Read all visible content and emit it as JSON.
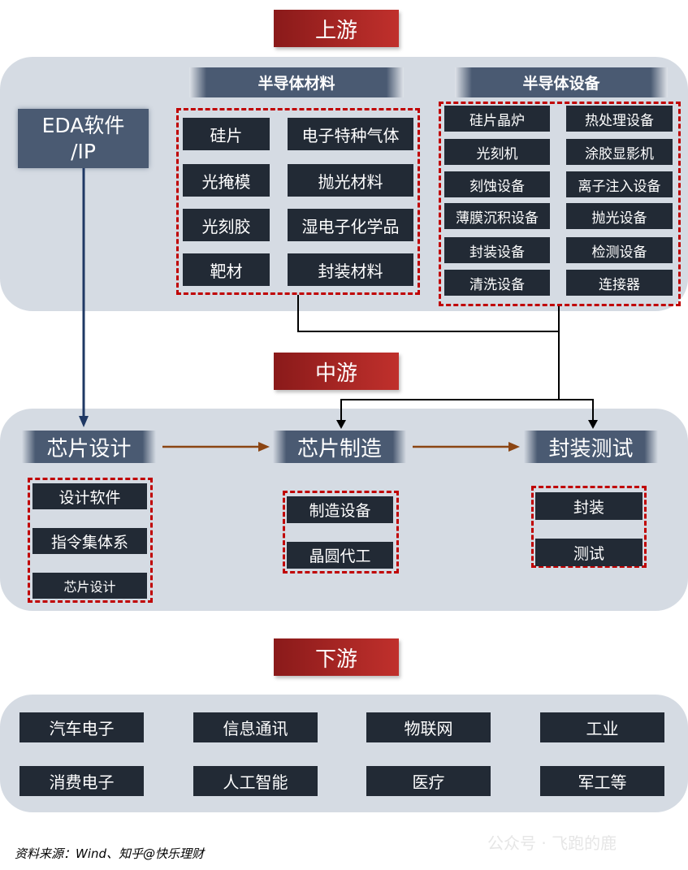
{
  "stages": {
    "upstream": "上游",
    "midstream": "中游",
    "downstream": "下游"
  },
  "upstream": {
    "eda": {
      "line1": "EDA软件",
      "line2": "/IP"
    },
    "materials": {
      "title": "半导体材料",
      "items": [
        "硅片",
        "电子特种气体",
        "光掩模",
        "抛光材料",
        "光刻胶",
        "湿电子化学品",
        "靶材",
        "封装材料"
      ]
    },
    "equipment": {
      "title": "半导体设备",
      "items": [
        "硅片晶炉",
        "热处理设备",
        "光刻机",
        "涂胶显影机",
        "刻蚀设备",
        "离子注入设备",
        "薄膜沉积设备",
        "抛光设备",
        "封装设备",
        "检测设备",
        "清洗设备",
        "连接器"
      ]
    }
  },
  "midstream": {
    "design": {
      "title": "芯片设计",
      "items": [
        "设计软件",
        "指令集体系",
        "芯片设计"
      ]
    },
    "manufacturing": {
      "title": "芯片制造",
      "items": [
        "制造设备",
        "晶圆代工"
      ]
    },
    "packaging": {
      "title": "封装测试",
      "items": [
        "封装",
        "测试"
      ]
    }
  },
  "downstream": {
    "items": [
      "汽车电子",
      "信息通讯",
      "物联网",
      "工业",
      "消费电子",
      "人工智能",
      "医疗",
      "军工等"
    ]
  },
  "source": "资料来源：Wind、知乎@快乐理财",
  "watermark": "公众号 · 飞跑的鹿",
  "colors": {
    "panel": "#d5dbe3",
    "box": "#222a35",
    "header": "#4a5a72",
    "dash": "#c00000",
    "stage": "#a82424",
    "flow_arrow": "#8b4513",
    "eda_arrow": "#1f3864"
  }
}
